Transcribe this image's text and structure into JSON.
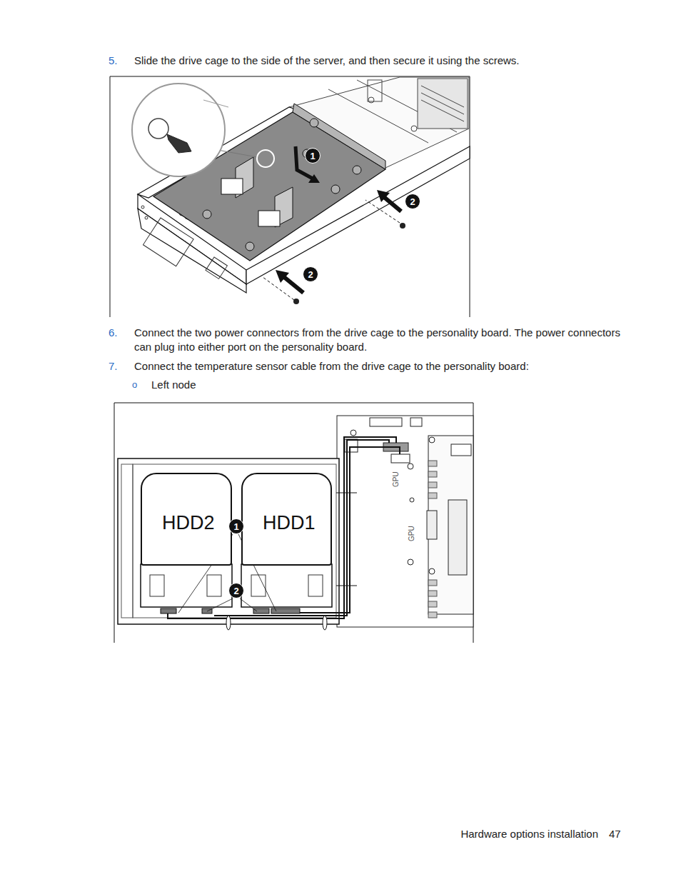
{
  "diagram": {
    "nodes": [
      {
        "text": [
          "1"
        ]
      },
      {
        "text": [
          "2"
        ]
      },
      {
        "text": [
          "2"
        ]
      },
      {
        "text": [
          "HDD2"
        ]
      },
      {
        "text": [
          "HDD1"
        ]
      },
      {
        "text": [
          "1"
        ]
      },
      {
        "text": [
          "2"
        ]
      }
    ],
    "labels": [
      "5.",
      "Slide the drive cage to the side of the server, and then secure it using the screws.",
      "6.",
      "Connect the two power connectors from the drive cage to the personality board. The power connectors can plug into either port on the personality board.",
      "7.",
      "Connect the temperature sensor cable from the drive cage to the personality board:",
      "o",
      "Left node",
      "GPU",
      "GPU",
      "Hardware options installation",
      "47"
    ]
  }
}
